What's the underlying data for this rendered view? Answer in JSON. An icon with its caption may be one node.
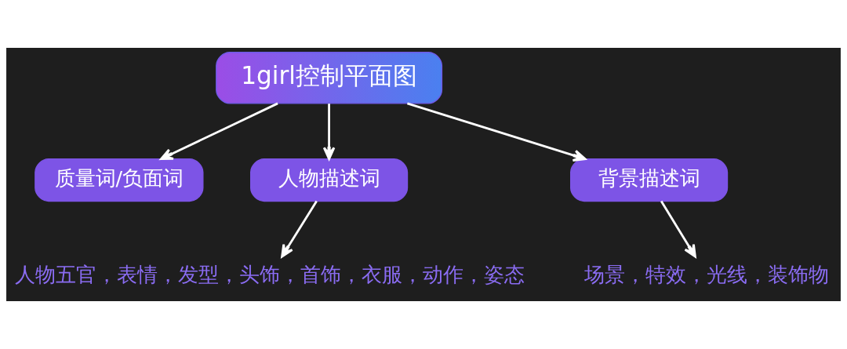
{
  "diagram": {
    "nodes": [
      {
        "text": [
          "1girl控制平面图"
        ]
      },
      {
        "text": [
          "质量词/负面词"
        ]
      },
      {
        "text": [
          "人物描述词"
        ]
      },
      {
        "text": [
          "背景描述词"
        ]
      },
      {
        "text": [
          "人物五官，表情，发型，头饰，首饰，衣服，动作，姿态"
        ]
      },
      {
        "text": [
          "场景，特效，光线，装饰物"
        ]
      }
    ],
    "edges": [
      {
        "from": 0,
        "to": 1,
        "arrow": "to"
      },
      {
        "from": 0,
        "to": 2,
        "arrow": "to"
      },
      {
        "from": 0,
        "to": 3,
        "arrow": "to"
      },
      {
        "from": 2,
        "to": 4,
        "arrow": "to"
      },
      {
        "from": 3,
        "to": 5,
        "arrow": "to"
      }
    ]
  }
}
